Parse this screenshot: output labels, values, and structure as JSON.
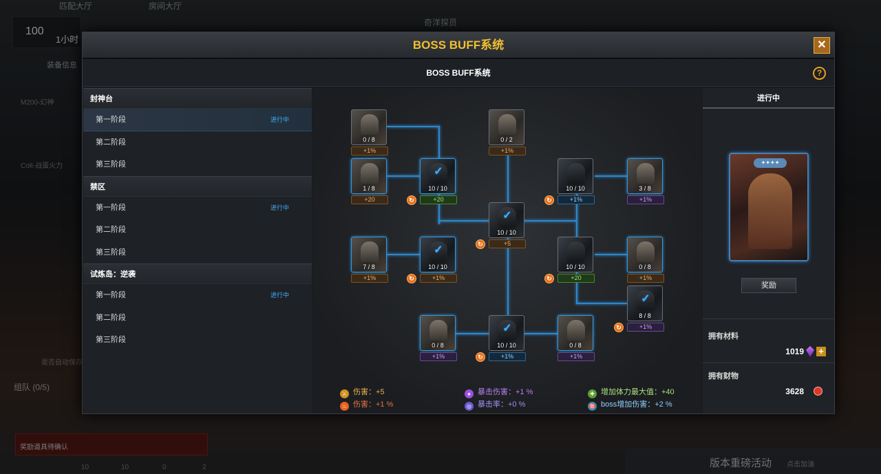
{
  "background": {
    "tabs": [
      "匹配大厅",
      "房间大厅",
      "奇洋探员"
    ],
    "level": "100",
    "timer": "1小时",
    "equip_info": "装备信息",
    "weapon1": "M200-幻神",
    "weapon2": "Colt-战蛋火力",
    "auto_save": "是否自动保存",
    "team": "组队 (0/5)",
    "reward_confirm": "奖励道具待确认",
    "event_banner": "版本重磅活动",
    "event_sub": "点击加油",
    "bottom_counts": [
      "10",
      "10",
      "0",
      "2"
    ]
  },
  "modal": {
    "title": "BOSS BUFF系统",
    "close": "✕",
    "subtitle": "BOSS BUFF系统",
    "help": "?"
  },
  "stages": [
    {
      "name": "封神台",
      "rows": [
        {
          "label": "第一阶段",
          "status": "进行中",
          "selected": true
        },
        {
          "label": "第二阶段",
          "status": ""
        },
        {
          "label": "第三阶段",
          "status": ""
        }
      ]
    },
    {
      "name": "禁区",
      "rows": [
        {
          "label": "第一阶段",
          "status": "进行中"
        },
        {
          "label": "第二阶段",
          "status": ""
        },
        {
          "label": "第三阶段",
          "status": ""
        }
      ]
    },
    {
      "name": "试炼岛：逆袭",
      "rows": [
        {
          "label": "第一阶段",
          "status": "进行中"
        },
        {
          "label": "第二阶段",
          "status": ""
        },
        {
          "label": "第三阶段",
          "status": ""
        }
      ]
    }
  ],
  "nodes": [
    {
      "id": "n1",
      "count": "0 / 8",
      "buff": "+1%",
      "buff_type": "damage_pct",
      "done": false
    },
    {
      "id": "n2",
      "count": "0 / 2",
      "buff": "+1%",
      "buff_type": "damage_pct",
      "done": false
    },
    {
      "id": "n3",
      "count": "1 / 8",
      "buff": "+20",
      "buff_type": "damage_flat",
      "done": false
    },
    {
      "id": "n4",
      "count": "10 / 10",
      "buff": "+20",
      "buff_type": "hp",
      "done": true
    },
    {
      "id": "n5",
      "count": "10 / 10",
      "buff": "+1%",
      "buff_type": "boss_dmg",
      "done": true
    },
    {
      "id": "n6",
      "count": "3 / 8",
      "buff": "+1%",
      "buff_type": "crit_dmg",
      "done": false
    },
    {
      "id": "n7",
      "count": "10 / 10",
      "buff": "+5",
      "buff_type": "damage_flat",
      "done": true
    },
    {
      "id": "n8",
      "count": "7 / 8",
      "buff": "+1%",
      "buff_type": "damage_pct",
      "done": false
    },
    {
      "id": "n9",
      "count": "10 / 10",
      "buff": "+1%",
      "buff_type": "damage_pct",
      "done": true
    },
    {
      "id": "n10",
      "count": "10 / 10",
      "buff": "+20",
      "buff_type": "hp",
      "done": true
    },
    {
      "id": "n11",
      "count": "0 / 8",
      "buff": "+1%",
      "buff_type": "damage_pct",
      "done": false
    },
    {
      "id": "n12",
      "count": "8 / 8",
      "buff": "+1%",
      "buff_type": "crit_dmg",
      "done": true
    },
    {
      "id": "n13",
      "count": "0 / 8",
      "buff": "+1%",
      "buff_type": "crit_dmg",
      "done": false
    },
    {
      "id": "n14",
      "count": "10 / 10",
      "buff": "+1%",
      "buff_type": "boss_dmg",
      "done": true
    },
    {
      "id": "n15",
      "count": "0 / 8",
      "buff": "+1%",
      "buff_type": "crit_dmg",
      "done": false
    }
  ],
  "legend": [
    {
      "label": "伤害：+5",
      "color": "#d09020"
    },
    {
      "label": "伤害：+1 %",
      "color": "#e86020"
    },
    {
      "label": "暴击伤害：+1 %",
      "color": "#9a50e0"
    },
    {
      "label": "暴击率：+0 %",
      "color": "#6a5ad0"
    },
    {
      "label": "增加体力最大值：+40",
      "color": "#5aa030"
    },
    {
      "label": "boss增加伤害：+2 %",
      "color": "#2a8ad8"
    }
  ],
  "right": {
    "status": "进行中",
    "reward_button": "奖励",
    "materials_label": "拥有材料",
    "materials_value": "1019",
    "wealth_label": "拥有财物",
    "wealth_value": "3628"
  }
}
